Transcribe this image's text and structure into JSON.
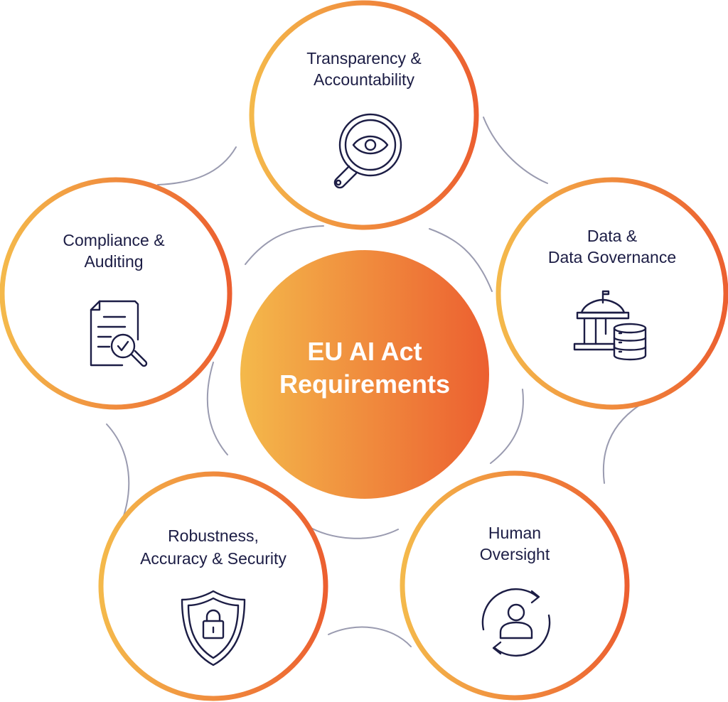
{
  "diagram": {
    "center": {
      "line1": "EU AI Act",
      "line2": "Requirements"
    },
    "nodes": [
      {
        "id": "transparency",
        "line1": "Transparency &",
        "line2": "Accountability",
        "icon": "magnifier-eye-icon"
      },
      {
        "id": "data",
        "line1": "Data &",
        "line2": "Data Governance",
        "icon": "building-database-icon"
      },
      {
        "id": "human",
        "line1": "Human",
        "line2": "Oversight",
        "icon": "person-cycle-icon"
      },
      {
        "id": "robustness",
        "line1": "Robustness,",
        "line2": "Accuracy & Security",
        "icon": "shield-lock-icon"
      },
      {
        "id": "compliance",
        "line1": "Compliance &",
        "line2": "Auditing",
        "icon": "document-check-icon"
      }
    ],
    "colors": {
      "gradient_start": "#f4b94b",
      "gradient_end": "#ec5f30",
      "text": "#1c1d45",
      "connector": "#9a9bb0"
    }
  }
}
